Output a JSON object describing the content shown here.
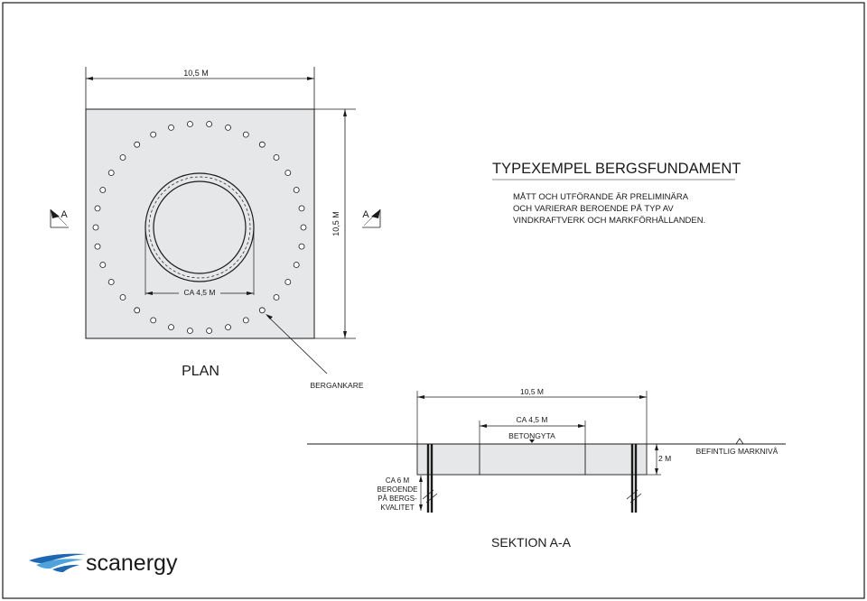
{
  "title": "TYPEXEMPEL BERGSFUNDAMENT",
  "notes": [
    "MÅTT OCH UTFÖRANDE ÄR PRELIMINÄRA",
    "OCH VARIERAR BEROENDE PÅ TYP AV",
    "VINDKRAFTVERK OCH MARKFÖRHÅLLANDEN."
  ],
  "plan": {
    "label": "PLAN",
    "width_dim": "10,5 M",
    "height_dim": "10,5 M",
    "ring_dim": "CA 4,5 M",
    "anchor_label": "BERGANKARE",
    "section_mark": "A",
    "anchor_count": 34
  },
  "section": {
    "label": "SEKTION A-A",
    "width_dim": "10,5 M",
    "inner_dim": "CA 4,5 M",
    "top_label": "BETONGYTA",
    "depth_dim": "2 M",
    "ground_label": "BEFINTLIG MARKNIVÅ",
    "anchor_depth_lines": [
      "CA 6 M",
      "BEROENDE",
      "PÅ BERGS-",
      "KVALITET"
    ]
  },
  "logo": {
    "text": "scanergy",
    "colors": [
      "#1f67b1",
      "#4fa3dc",
      "#1a1a1a"
    ]
  }
}
